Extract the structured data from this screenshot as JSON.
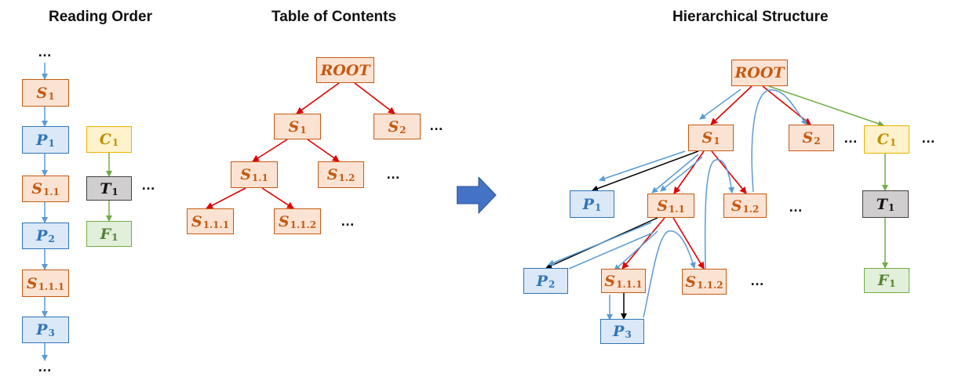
{
  "titles": {
    "reading_order": "Reading Order",
    "table_of_contents": "Table of Contents",
    "hierarchical_structure": "Hierarchical Structure"
  },
  "labels": {
    "root": "ROOT",
    "s": "S",
    "p": "P",
    "c": "C",
    "t": "T",
    "f": "F",
    "ellipsis": "…",
    "sub_1": "1",
    "sub_2": "2",
    "sub_3": "3",
    "sub_11": "1.1",
    "sub_12": "1.2",
    "sub_111": "1.1.1",
    "sub_112": "1.1.2"
  },
  "colors": {
    "section_fill": "#fbe3d4",
    "section_stroke": "#c55a11",
    "paragraph_fill": "#dbe8f7",
    "paragraph_stroke": "#2e75b6",
    "caption_fill": "#fff2cc",
    "caption_stroke": "#e8b400",
    "table_fill": "#d0cece",
    "table_stroke": "#404040",
    "figure_fill": "#e2efda",
    "figure_stroke": "#70ad47",
    "toc_edge": "#e00000",
    "reading_edge": "#5b9bd5",
    "figure_edge": "#70ad47",
    "child_edge": "#000000",
    "arrow": "#4472c4"
  }
}
